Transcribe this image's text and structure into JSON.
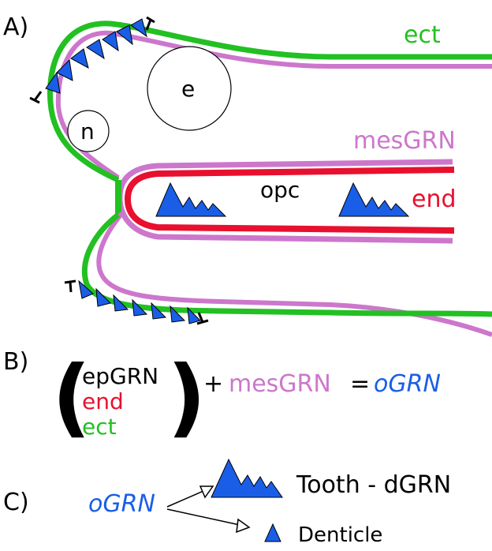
{
  "panels": {
    "a": "A)",
    "b": "B)",
    "c": "C)"
  },
  "labels": {
    "ect": "ect",
    "mesGRN": "mesGRN",
    "end": "end",
    "opc": "opc",
    "e": "e",
    "n": "n"
  },
  "equation": {
    "stack": [
      "epGRN",
      "end",
      "ect"
    ],
    "plus": "+",
    "mesGRN": "mesGRN",
    "equals": "=",
    "result": "oGRN"
  },
  "panel_c": {
    "source": "oGRN",
    "tooth": "Tooth - dGRN",
    "denticle": "Denticle"
  },
  "colors": {
    "ect": "#22c022",
    "mes": "#cc77cc",
    "end": "#e8102e",
    "tooth": "#1a5ee8",
    "ogrn": "#1a5ee8"
  }
}
